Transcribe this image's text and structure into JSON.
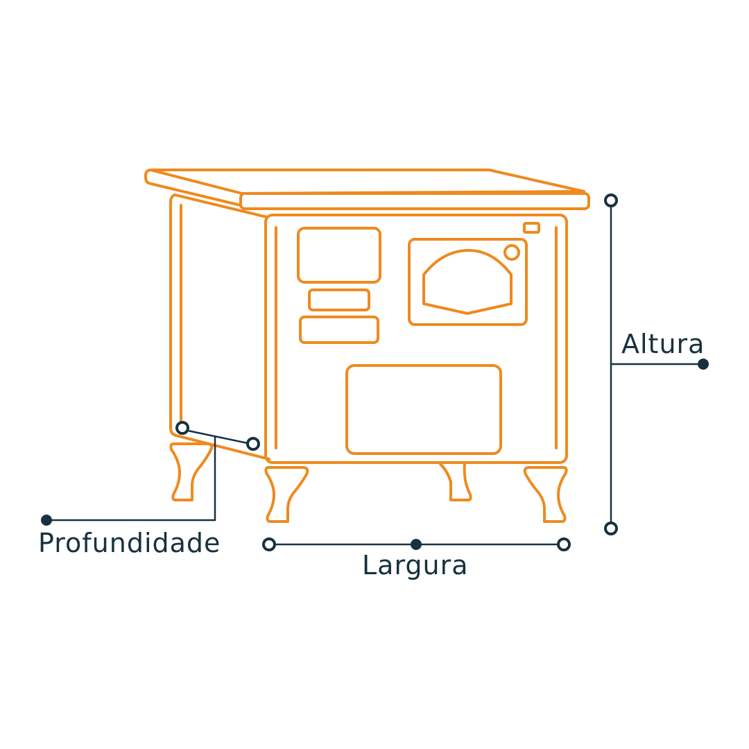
{
  "labels": {
    "height": "Altura",
    "depth": "Profundidade",
    "width": "Largura"
  },
  "colors": {
    "stove_outline": "#ee8a1f",
    "dimension_lines": "#17313f",
    "text": "#17313f",
    "background": "#ffffff"
  },
  "icons": {
    "object": "wood-burning-stove-outline",
    "endpoints": "hollow-circle-marker",
    "label_anchor": "filled-dot-marker"
  }
}
